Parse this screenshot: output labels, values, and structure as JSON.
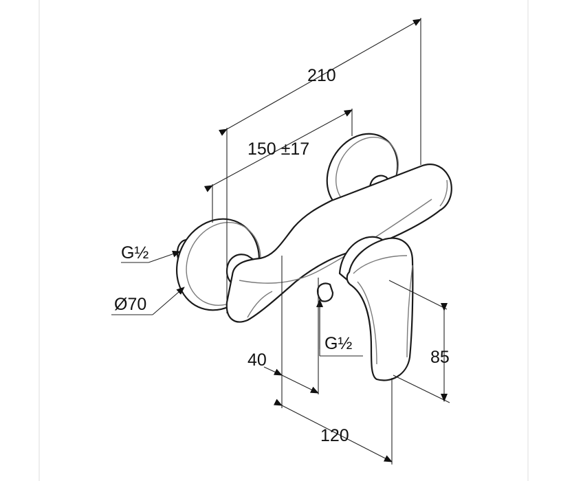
{
  "dimensions": {
    "overall_width": "210",
    "connection_spacing": "150 ±17",
    "inlet_thread": "G½",
    "rosette_diameter": "Ø70",
    "outlet_thread": "G½",
    "outlet_offset": "40",
    "projection": "120",
    "lever_height": "85"
  },
  "colors": {
    "line": "#1a1a1a",
    "frame": "#dddddd",
    "background": "#ffffff"
  }
}
